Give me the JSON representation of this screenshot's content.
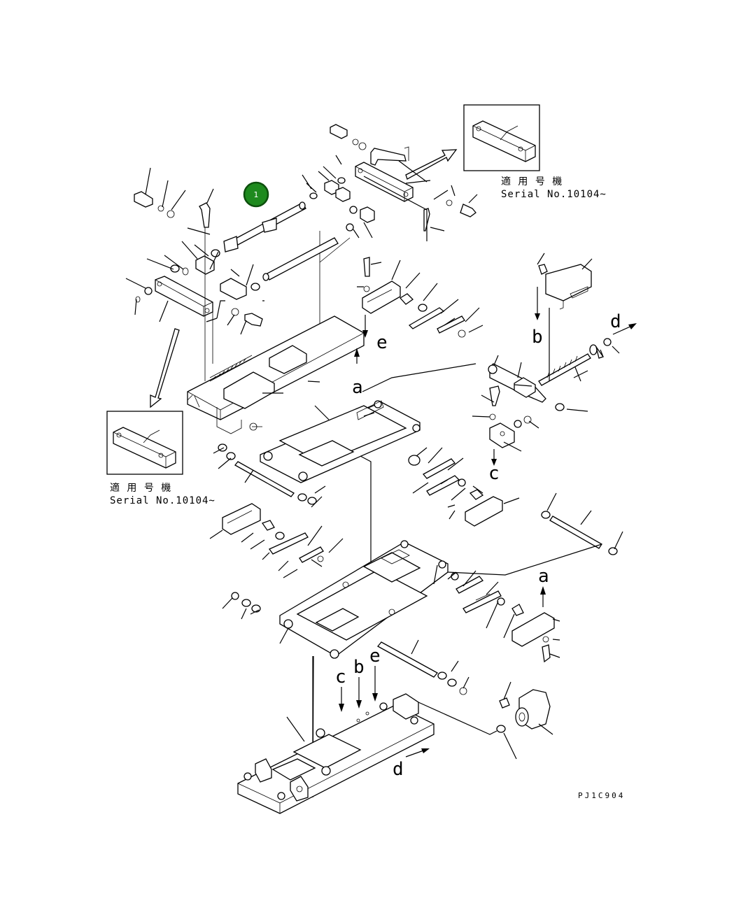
{
  "drawing_code": "PJ1C904",
  "inset_note": {
    "applicable_label": "適 用 号 機",
    "serial_label": "Serial No.10104~"
  },
  "arrow_labels": {
    "a": "a",
    "b": "b",
    "c": "c",
    "d": "d",
    "e": "e"
  },
  "callouts": [
    {
      "number": "1",
      "color": "#1e8a1e"
    }
  ],
  "colors": {
    "line": "#000000",
    "background": "#ffffff",
    "callout_fill": "#1e8a1e",
    "callout_border": "#0d4f0d"
  }
}
